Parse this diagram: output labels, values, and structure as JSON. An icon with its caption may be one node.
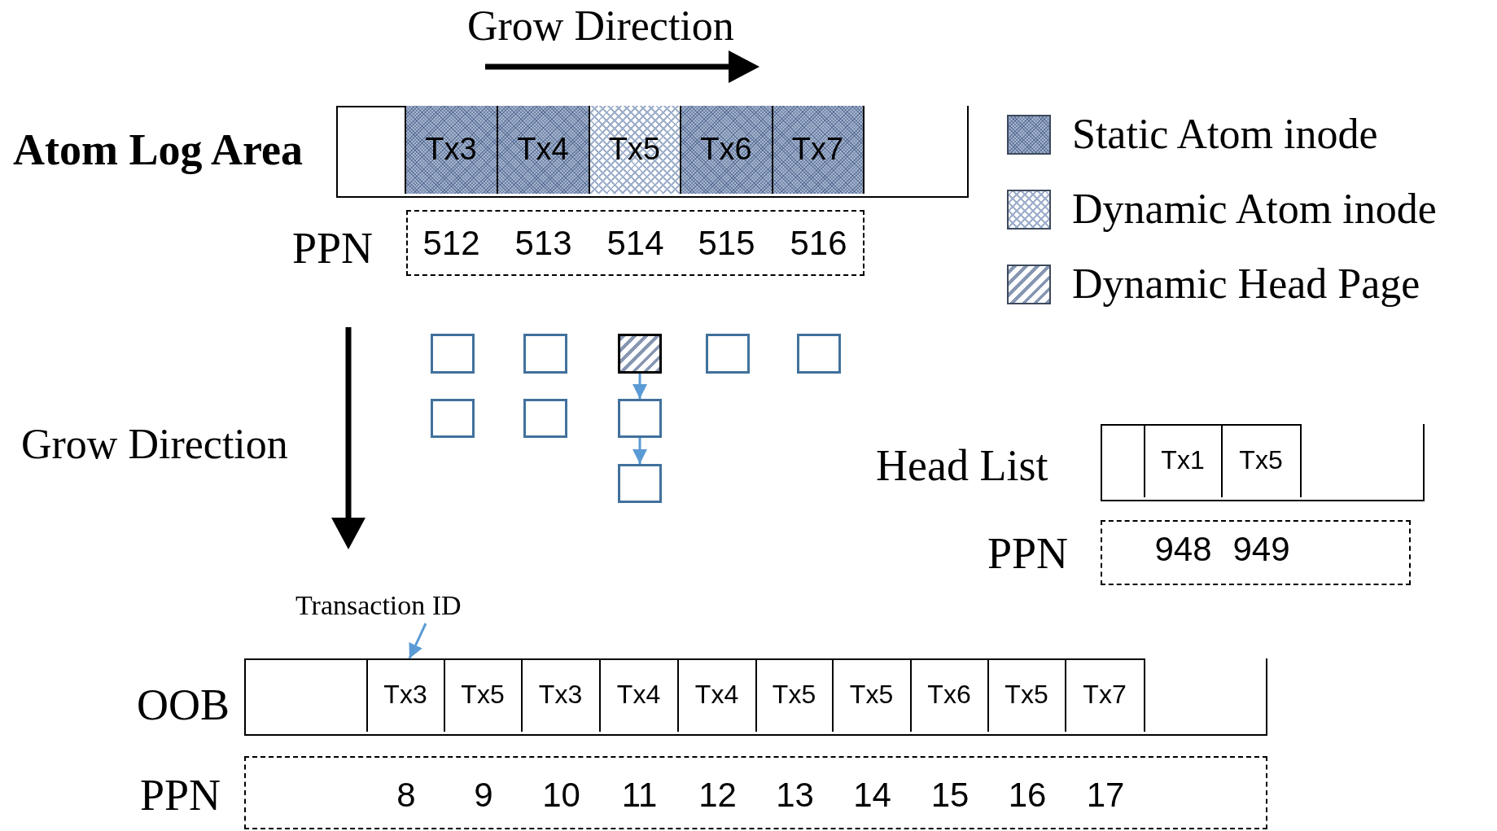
{
  "diagram": {
    "nodes": [
      {
        "text": [
          "Atom Log Area"
        ]
      },
      {
        "text": [],
        "shape": "box",
        "in": 0
      },
      {
        "text": [
          "Tx3"
        ],
        "in": 0
      },
      {
        "text": [
          "Tx4"
        ],
        "in": 0
      },
      {
        "text": [
          "Tx5"
        ],
        "in": 0
      },
      {
        "text": [
          "Tx6"
        ],
        "in": 0
      },
      {
        "text": [
          "Tx7"
        ],
        "in": 0
      },
      {
        "text": [],
        "shape": "box",
        "in": 0
      },
      {
        "text": [
          "PPN",
          "512",
          "513",
          "514",
          "515",
          "516"
        ]
      },
      {
        "text": [],
        "shape": "box"
      },
      {
        "text": [],
        "shape": "box"
      },
      {
        "text": [],
        "shape": "box"
      },
      {
        "text": [],
        "shape": "box"
      },
      {
        "text": [],
        "shape": "box"
      },
      {
        "text": [],
        "shape": "box"
      },
      {
        "text": [],
        "shape": "box"
      },
      {
        "text": [],
        "shape": "box"
      },
      {
        "text": [],
        "shape": "box"
      },
      {
        "text": [
          "Head List"
        ]
      },
      {
        "text": [],
        "shape": "box",
        "in": 18
      },
      {
        "text": [
          "Tx1"
        ],
        "in": 18
      },
      {
        "text": [
          "Tx5"
        ],
        "in": 18
      },
      {
        "text": [],
        "shape": "box",
        "in": 18
      },
      {
        "text": [
          "PPN",
          "948",
          "949"
        ]
      },
      {
        "text": [
          "Transaction ID"
        ]
      },
      {
        "text": [
          "OOB"
        ]
      },
      {
        "text": [],
        "shape": "box",
        "in": 25
      },
      {
        "text": [
          "Tx3"
        ],
        "in": 25
      },
      {
        "text": [
          "Tx5"
        ],
        "in": 25
      },
      {
        "text": [
          "Tx3"
        ],
        "in": 25
      },
      {
        "text": [
          "Tx4"
        ],
        "in": 25
      },
      {
        "text": [
          "Tx4"
        ],
        "in": 25
      },
      {
        "text": [
          "Tx5"
        ],
        "in": 25
      },
      {
        "text": [
          "Tx5"
        ],
        "in": 25
      },
      {
        "text": [
          "Tx6"
        ],
        "in": 25
      },
      {
        "text": [
          "Tx5"
        ],
        "in": 25
      },
      {
        "text": [
          "Tx7"
        ],
        "in": 25
      },
      {
        "text": [],
        "shape": "box",
        "in": 25
      },
      {
        "text": [
          "PPN",
          "8",
          "9",
          "10",
          "11",
          "12",
          "13",
          "14",
          "15",
          "16",
          "17"
        ]
      }
    ],
    "edges": [
      {
        "from": 11,
        "to": 16,
        "arrow": "to"
      },
      {
        "from": 16,
        "to": 17,
        "arrow": "to"
      },
      {
        "from": 24,
        "to": 27,
        "arrow": "to"
      }
    ],
    "labels": [
      "Grow Direction",
      "Grow Direction"
    ],
    "legend": [
      {
        "text": "Static Atom inode"
      },
      {
        "text": "Dynamic Atom inode"
      },
      {
        "text": "Dynamic Head Page"
      }
    ]
  }
}
